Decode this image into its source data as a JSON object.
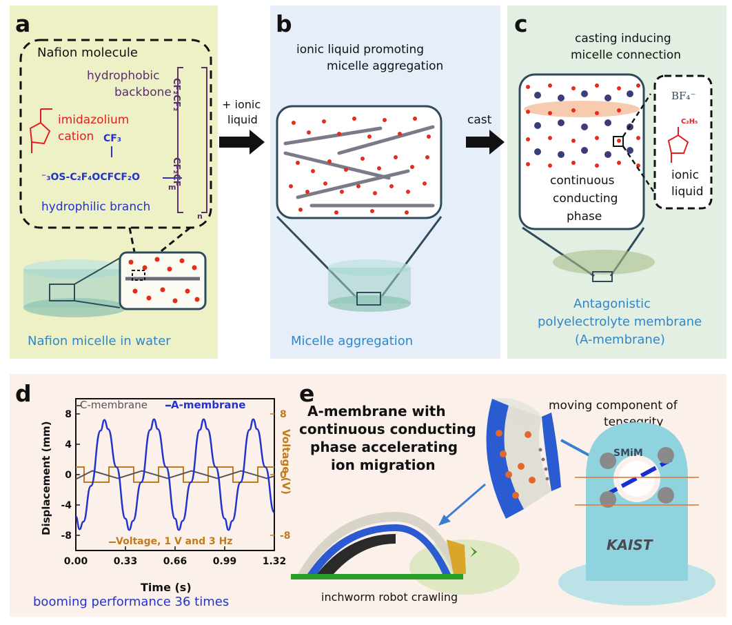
{
  "colors": {
    "panel_a_bg": "#eef0c6",
    "panel_b_bg": "#e6eefa",
    "panel_c_bg": "#e3efe3",
    "panel_de_bg": "#fbf1ea",
    "accent_blue": "#2f86c8",
    "c_membrane": "#555555",
    "a_membrane": "#2233cc",
    "voltage": "#c27a1a"
  },
  "panel_a": {
    "letter": "a",
    "box_title": "Nafion molecule",
    "hydrophobic_line1": "hydrophobic",
    "hydrophobic_line2": "backbone",
    "cation_line1": "imidazolium",
    "cation_line2": "cation",
    "cf3": "CF₃",
    "branch_formula": "⁻₃OS-C₂F₄OCFCF₂O",
    "branch_label": "hydrophilic branch",
    "backbone_top": "CF₂CF₂",
    "backbone_bot": "CF₂CF",
    "sub_m": "m",
    "sub_n": "n",
    "caption": "Nafion micelle in water"
  },
  "arrow_ab": {
    "line1": "+ ionic",
    "line2": "liquid"
  },
  "panel_b": {
    "letter": "b",
    "title_line1": "ionic liquid promoting",
    "title_line2": "micelle aggregation",
    "caption": "Micelle aggregation"
  },
  "arrow_bc": {
    "label": "cast"
  },
  "panel_c": {
    "letter": "c",
    "title_line1": "casting inducing",
    "title_line2": "micelle connection",
    "anion": "BF₄⁻",
    "ethyl": "C₂H₅",
    "il_line1": "ionic",
    "il_line2": "liquid",
    "phase_line1": "continuous",
    "phase_line2": "conducting",
    "phase_line3": "phase",
    "caption_line1": "Antagonistic",
    "caption_line2": "polyelectrolyte membrane",
    "caption_line3": "(A-membrane)"
  },
  "panel_d": {
    "letter": "d",
    "legend_c": "C-membrane",
    "legend_a": "A-membrane",
    "legend_v": "Voltage, 1 V and 3 Hz",
    "caption": "booming performance 36 times"
  },
  "panel_e": {
    "letter": "e",
    "headline_line1": "A-membrane with",
    "headline_line2": "continuous conducting",
    "headline_line3": "phase accelerating",
    "headline_line4": "ion migration",
    "tensegrity_line1": "moving component of",
    "tensegrity_line2": "tensegrity",
    "logo_smim": "SMiM",
    "logo_kaist": "KAIST",
    "robot_caption": "inchworm robot crawling"
  },
  "chart_data": {
    "type": "line",
    "xlabel": "Time (s)",
    "ylabel": "Displacement (mm)",
    "y2label": "Voltage (V)",
    "xlim": [
      0,
      1.32
    ],
    "ylim": [
      -10,
      10
    ],
    "y2lim": [
      -10,
      10
    ],
    "xticks": [
      "0.00",
      "0.33",
      "0.66",
      "0.99",
      "1.32"
    ],
    "yticks": [
      "8",
      "4",
      "0",
      "-4",
      "-8"
    ],
    "y2ticks": [
      "8",
      "0",
      "-8"
    ],
    "series": [
      {
        "name": "C-membrane",
        "axis": "left",
        "color": "#555555",
        "x": [
          0,
          0.11,
          0.28,
          0.44,
          0.61,
          0.77,
          0.94,
          1.1,
          1.27,
          1.32
        ],
        "y": [
          -0.6,
          0.5,
          -0.5,
          0.5,
          -0.5,
          0.5,
          -0.5,
          0.5,
          -0.5,
          -0.2
        ]
      },
      {
        "name": "A-membrane",
        "axis": "left",
        "color": "#2233cc",
        "x": [
          0,
          0.025,
          0.05,
          0.1,
          0.165,
          0.19,
          0.215,
          0.27,
          0.33,
          0.355,
          0.38,
          0.435,
          0.495,
          0.52,
          0.545,
          0.6,
          0.66,
          0.685,
          0.71,
          0.765,
          0.825,
          0.85,
          0.875,
          0.93,
          0.99,
          1.015,
          1.04,
          1.095,
          1.155,
          1.18,
          1.205,
          1.26,
          1.32
        ],
        "y": [
          -5.5,
          -7.2,
          -6.2,
          -1.5,
          5.8,
          7.2,
          6.0,
          1.0,
          -5.8,
          -7.3,
          -6.1,
          -1.0,
          5.9,
          7.3,
          6.0,
          1.0,
          -5.8,
          -7.3,
          -6.1,
          -1.0,
          5.9,
          7.3,
          6.0,
          1.0,
          -5.8,
          -7.3,
          -6.1,
          -1.0,
          5.9,
          7.3,
          6.0,
          1.0,
          -5.0
        ]
      },
      {
        "name": "Voltage, 1 V and 3 Hz",
        "axis": "right",
        "color": "#c27a1a",
        "x": [
          0,
          0.055,
          0.055,
          0.22,
          0.22,
          0.385,
          0.385,
          0.55,
          0.55,
          0.715,
          0.715,
          0.88,
          0.88,
          1.045,
          1.045,
          1.21,
          1.21,
          1.32
        ],
        "y": [
          1,
          1,
          -1,
          -1,
          1,
          1,
          -1,
          -1,
          1,
          1,
          -1,
          -1,
          1,
          1,
          -1,
          -1,
          1,
          1
        ]
      }
    ]
  }
}
